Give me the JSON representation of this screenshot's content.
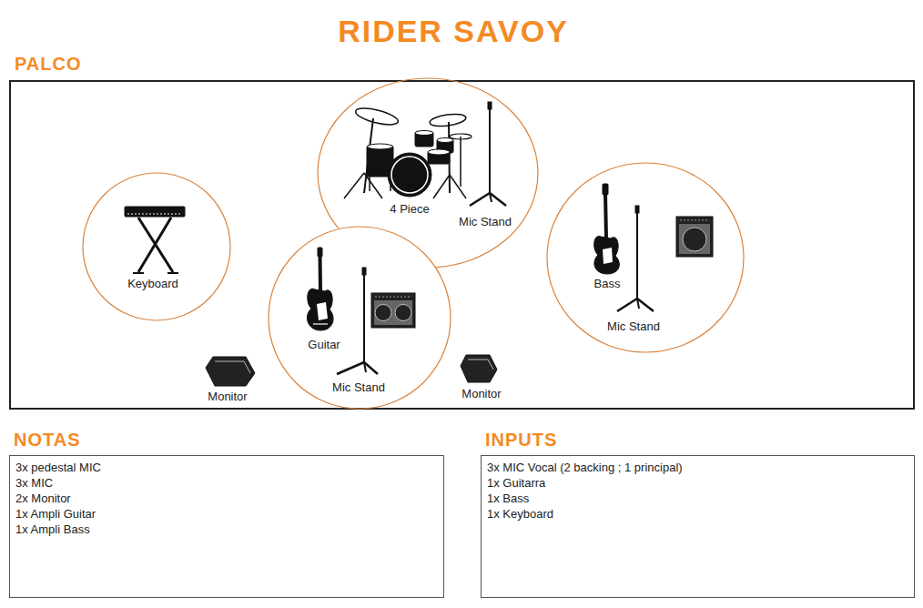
{
  "diagram": {
    "title": "RIDER SAVOY",
    "nodes": [
      {
        "text": [
          "PALCO"
        ]
      },
      {
        "text": [
          "4 Piece",
          "Mic Stand"
        ],
        "in": 0
      },
      {
        "text": [
          "Keyboard"
        ],
        "in": 0
      },
      {
        "text": [
          "Guitar",
          "Mic Stand"
        ],
        "in": 0
      },
      {
        "text": [
          "Bass",
          "Mic Stand"
        ],
        "in": 0
      },
      {
        "text": [
          "NOTAS",
          "3x pedestal MIC",
          "3x MIC",
          "2x Monitor",
          "1x Ampli Guitar",
          "1x Ampli Bass"
        ]
      },
      {
        "text": [
          "INPUTS",
          "3x MIC Vocal (2 backing ; 1 principal)",
          "1x Guitarra",
          "1x Bass",
          "1x Keyboard"
        ]
      }
    ],
    "labels": [
      "Monitor",
      "Monitor"
    ]
  }
}
